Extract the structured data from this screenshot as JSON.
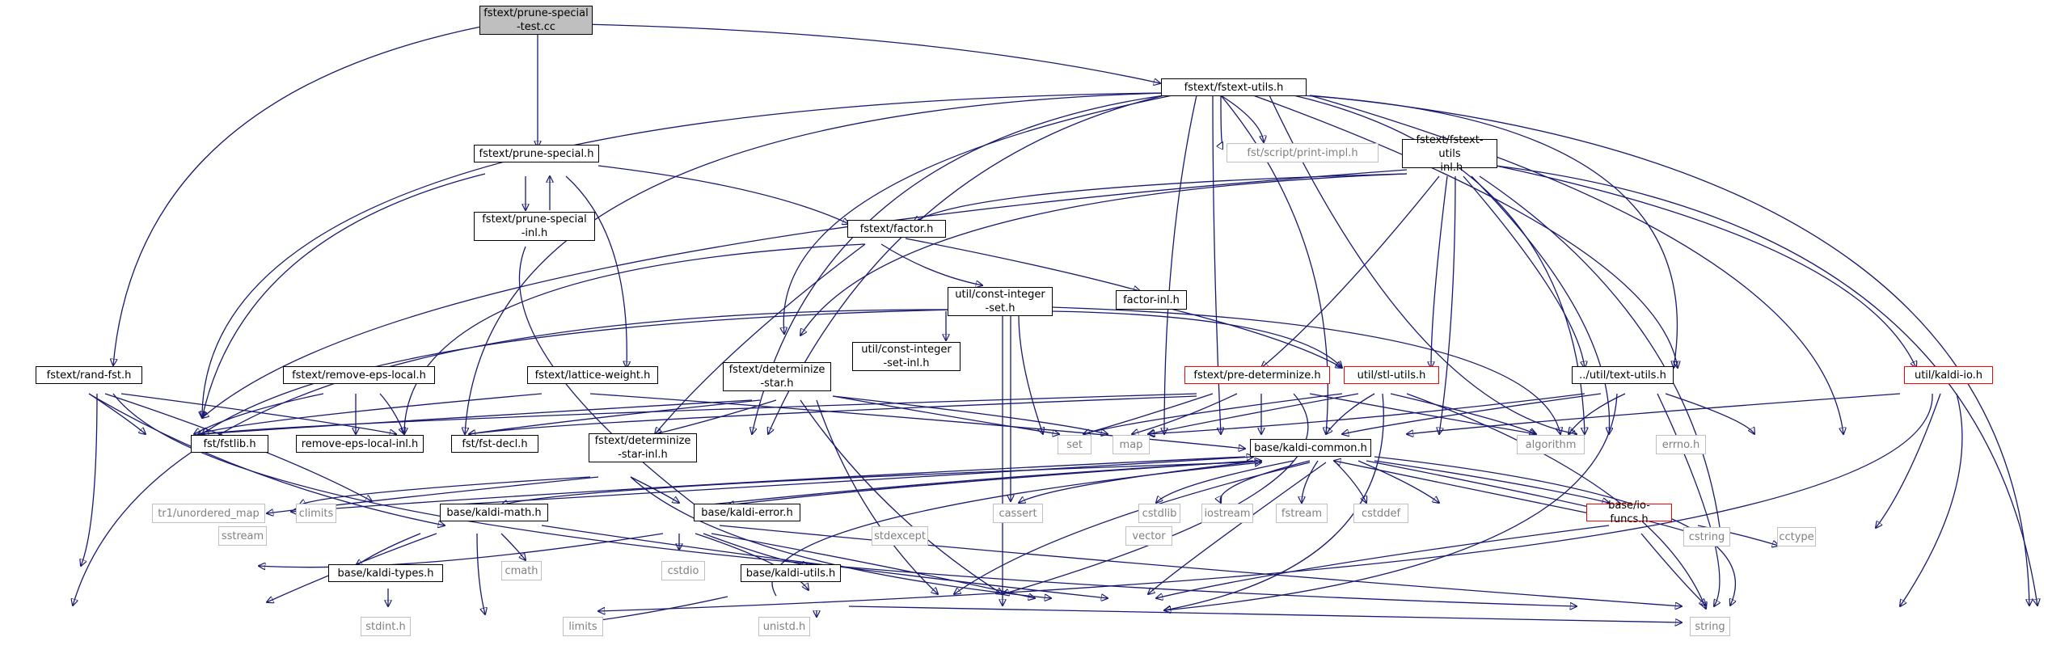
{
  "colors": {
    "edge": "#191970",
    "internal_border": "#000000",
    "external_border": "#bfbfbf",
    "truncated_border": "#ff0000",
    "root_fill": "#bfbfbf"
  },
  "nodes": {
    "prune_special_test": "fstext/prune-special\n-test.cc",
    "fstext_utils": "fstext/fstext-utils.h",
    "prune_special": "fstext/prune-special.h",
    "print_impl": "fst/script/print-impl.h",
    "fstext_utils_inl": "fstext/fstext-utils\n-inl.h",
    "prune_special_inl": "fstext/prune-special\n-inl.h",
    "factor": "fstext/factor.h",
    "const_integer_set": "util/const-integer\n-set.h",
    "factor_inl": "factor-inl.h",
    "rand_fst": "fstext/rand-fst.h",
    "remove_eps_local": "fstext/remove-eps-local.h",
    "lattice_weight": "fstext/lattice-weight.h",
    "determinize_star": "fstext/determinize\n-star.h",
    "const_integer_set_inl": "util/const-integer\n-set-inl.h",
    "pre_determinize": "fstext/pre-determinize.h",
    "stl_utils": "util/stl-utils.h",
    "text_utils": "../util/text-utils.h",
    "kaldi_io": "util/kaldi-io.h",
    "fstlib": "fst/fstlib.h",
    "remove_eps_local_inl": "remove-eps-local-inl.h",
    "fst_decl": "fst/fst-decl.h",
    "determinize_star_inl": "fstext/determinize\n-star-inl.h",
    "set": "set",
    "map": "map",
    "kaldi_common": "base/kaldi-common.h",
    "algorithm": "algorithm",
    "errno": "errno.h",
    "tr1_unordered_map": "tr1/unordered_map",
    "climits": "climits",
    "kaldi_math": "base/kaldi-math.h",
    "kaldi_error": "base/kaldi-error.h",
    "cassert": "cassert",
    "cstdlib": "cstdlib",
    "iostream": "iostream",
    "fstream": "fstream",
    "cstddef": "cstddef",
    "io_funcs": "base/io-funcs.h",
    "sstream": "sstream",
    "cmath": "cmath",
    "kaldi_types": "base/kaldi-types.h",
    "cstdio": "cstdio",
    "kaldi_utils": "base/kaldi-utils.h",
    "stdexcept": "stdexcept",
    "vector": "vector",
    "cstring": "cstring",
    "cctype": "cctype",
    "stdint": "stdint.h",
    "limits": "limits",
    "unistd": "unistd.h",
    "string": "string"
  }
}
